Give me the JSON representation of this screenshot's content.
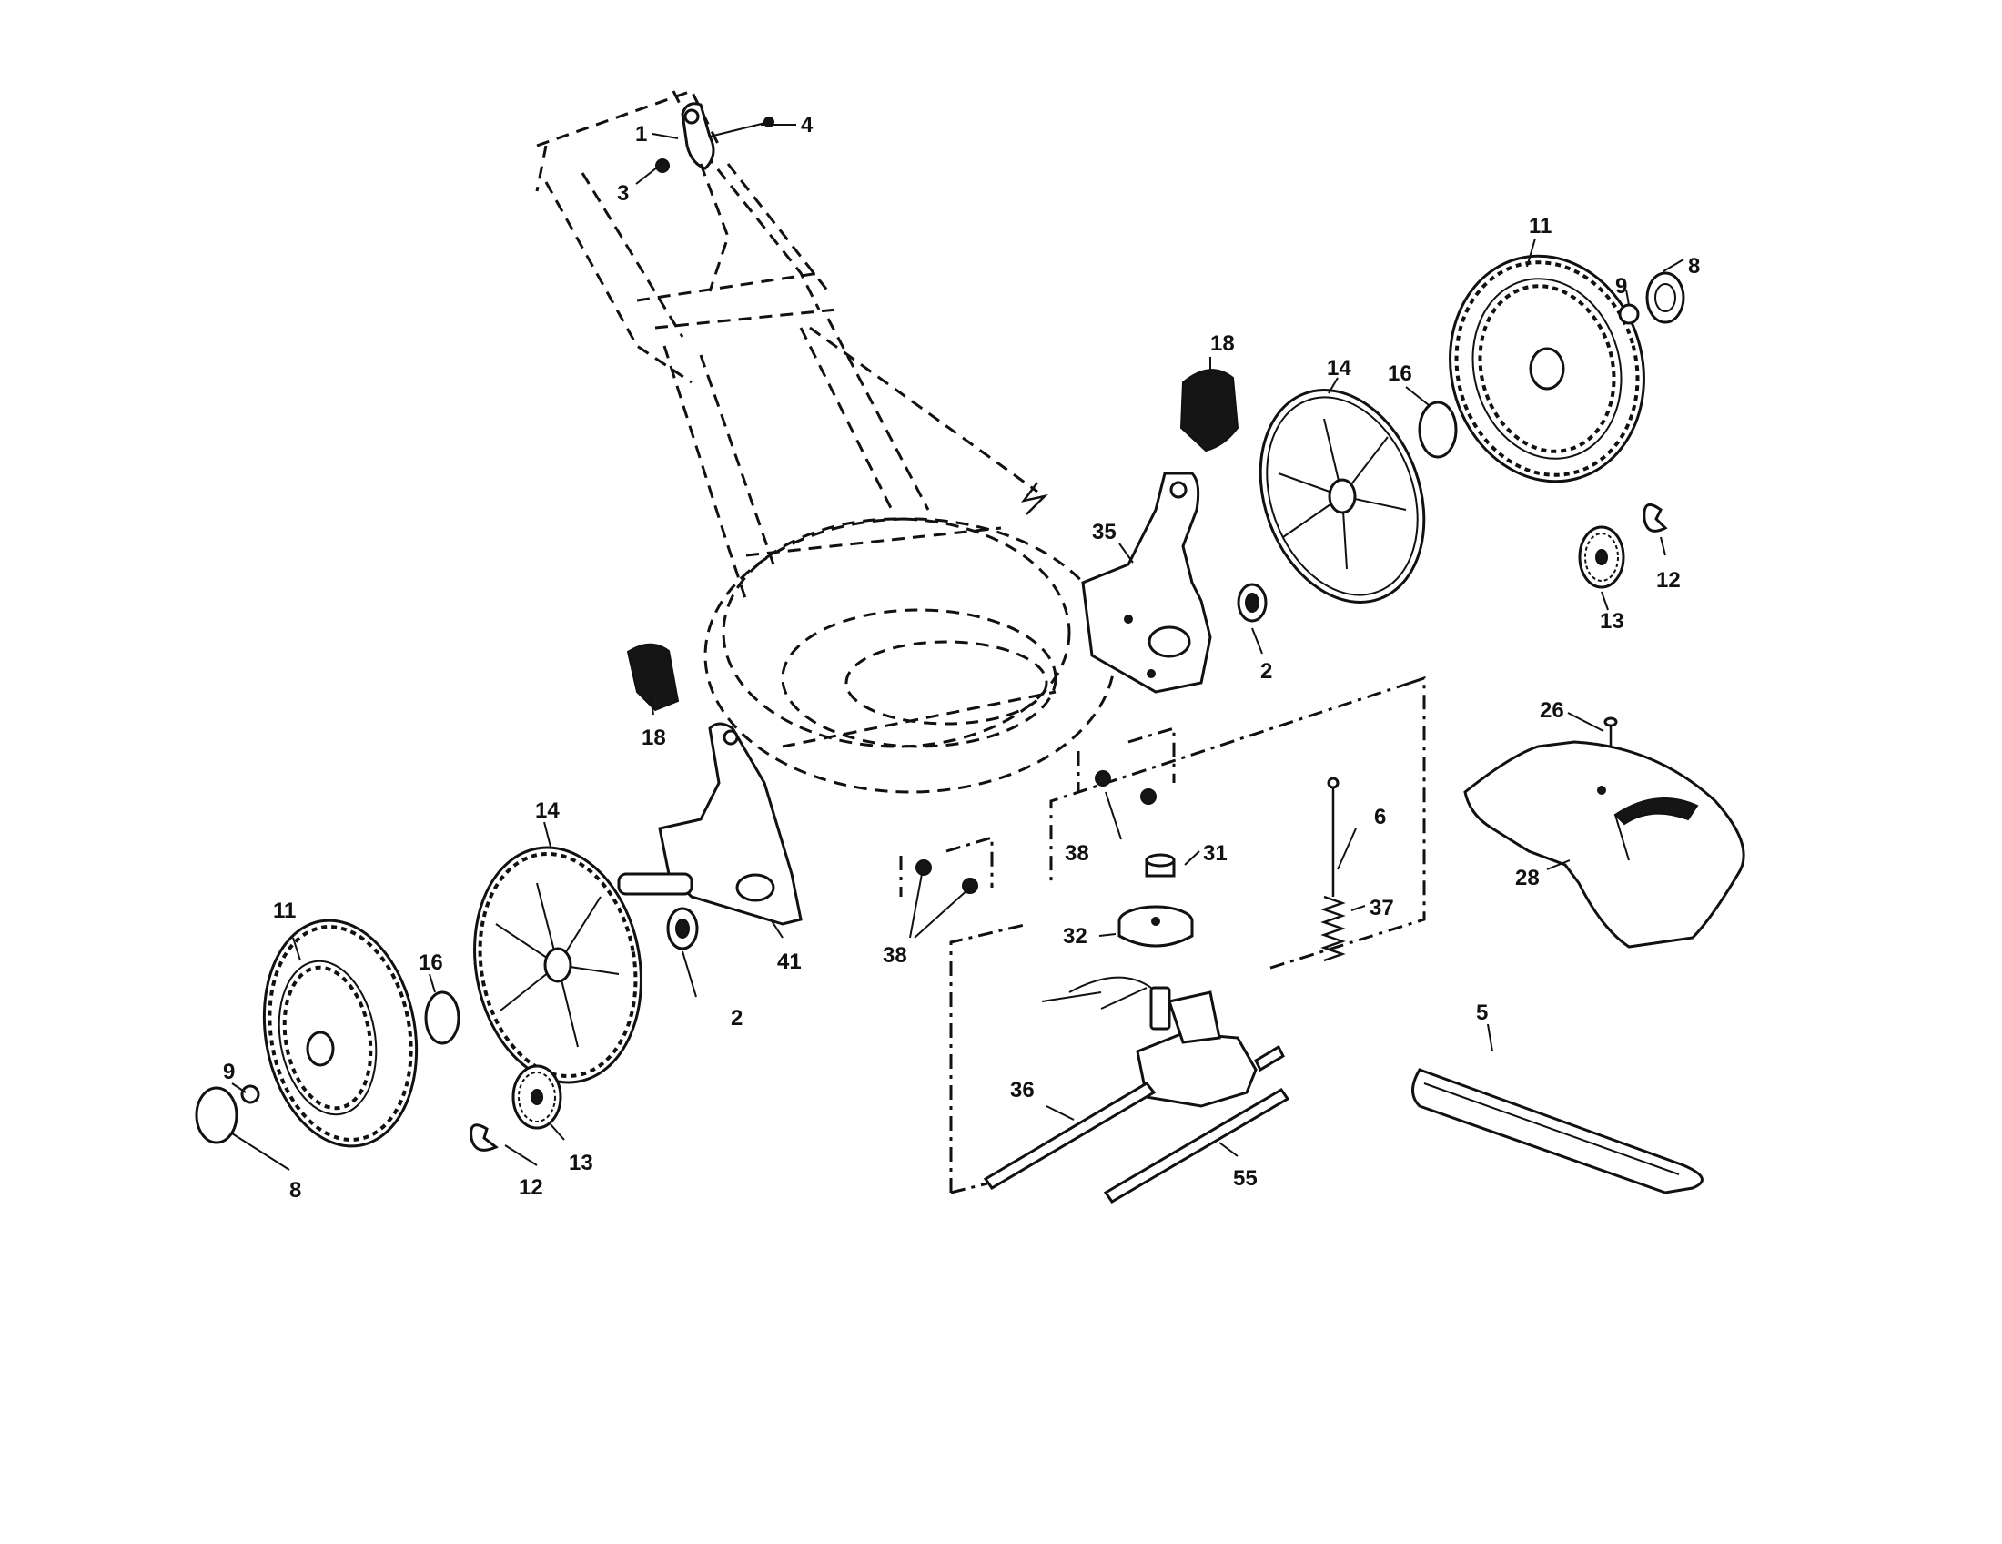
{
  "diagram": {
    "callouts": [
      {
        "id": "c1",
        "text": "1"
      },
      {
        "id": "c3",
        "text": "3"
      },
      {
        "id": "c4",
        "text": "4"
      },
      {
        "id": "c11a",
        "text": "11"
      },
      {
        "id": "c9a",
        "text": "9"
      },
      {
        "id": "c8a",
        "text": "8"
      },
      {
        "id": "c18a",
        "text": "18"
      },
      {
        "id": "c14a",
        "text": "14"
      },
      {
        "id": "c16a",
        "text": "16"
      },
      {
        "id": "c35",
        "text": "35"
      },
      {
        "id": "c2a",
        "text": "2"
      },
      {
        "id": "c12a",
        "text": "12"
      },
      {
        "id": "c13a",
        "text": "13"
      },
      {
        "id": "c26",
        "text": "26"
      },
      {
        "id": "c6",
        "text": "6"
      },
      {
        "id": "c31",
        "text": "31"
      },
      {
        "id": "c38a",
        "text": "38"
      },
      {
        "id": "c37",
        "text": "37"
      },
      {
        "id": "c32",
        "text": "32"
      },
      {
        "id": "c28",
        "text": "28"
      },
      {
        "id": "c18b",
        "text": "18"
      },
      {
        "id": "c14b",
        "text": "14"
      },
      {
        "id": "c11b",
        "text": "11"
      },
      {
        "id": "c16b",
        "text": "16"
      },
      {
        "id": "c9b",
        "text": "9"
      },
      {
        "id": "c8b",
        "text": "8"
      },
      {
        "id": "c2b",
        "text": "2"
      },
      {
        "id": "c41",
        "text": "41"
      },
      {
        "id": "c38b",
        "text": "38"
      },
      {
        "id": "c13b",
        "text": "13"
      },
      {
        "id": "c12b",
        "text": "12"
      },
      {
        "id": "c36",
        "text": "36"
      },
      {
        "id": "c55",
        "text": "55"
      },
      {
        "id": "c5",
        "text": "5"
      }
    ]
  }
}
